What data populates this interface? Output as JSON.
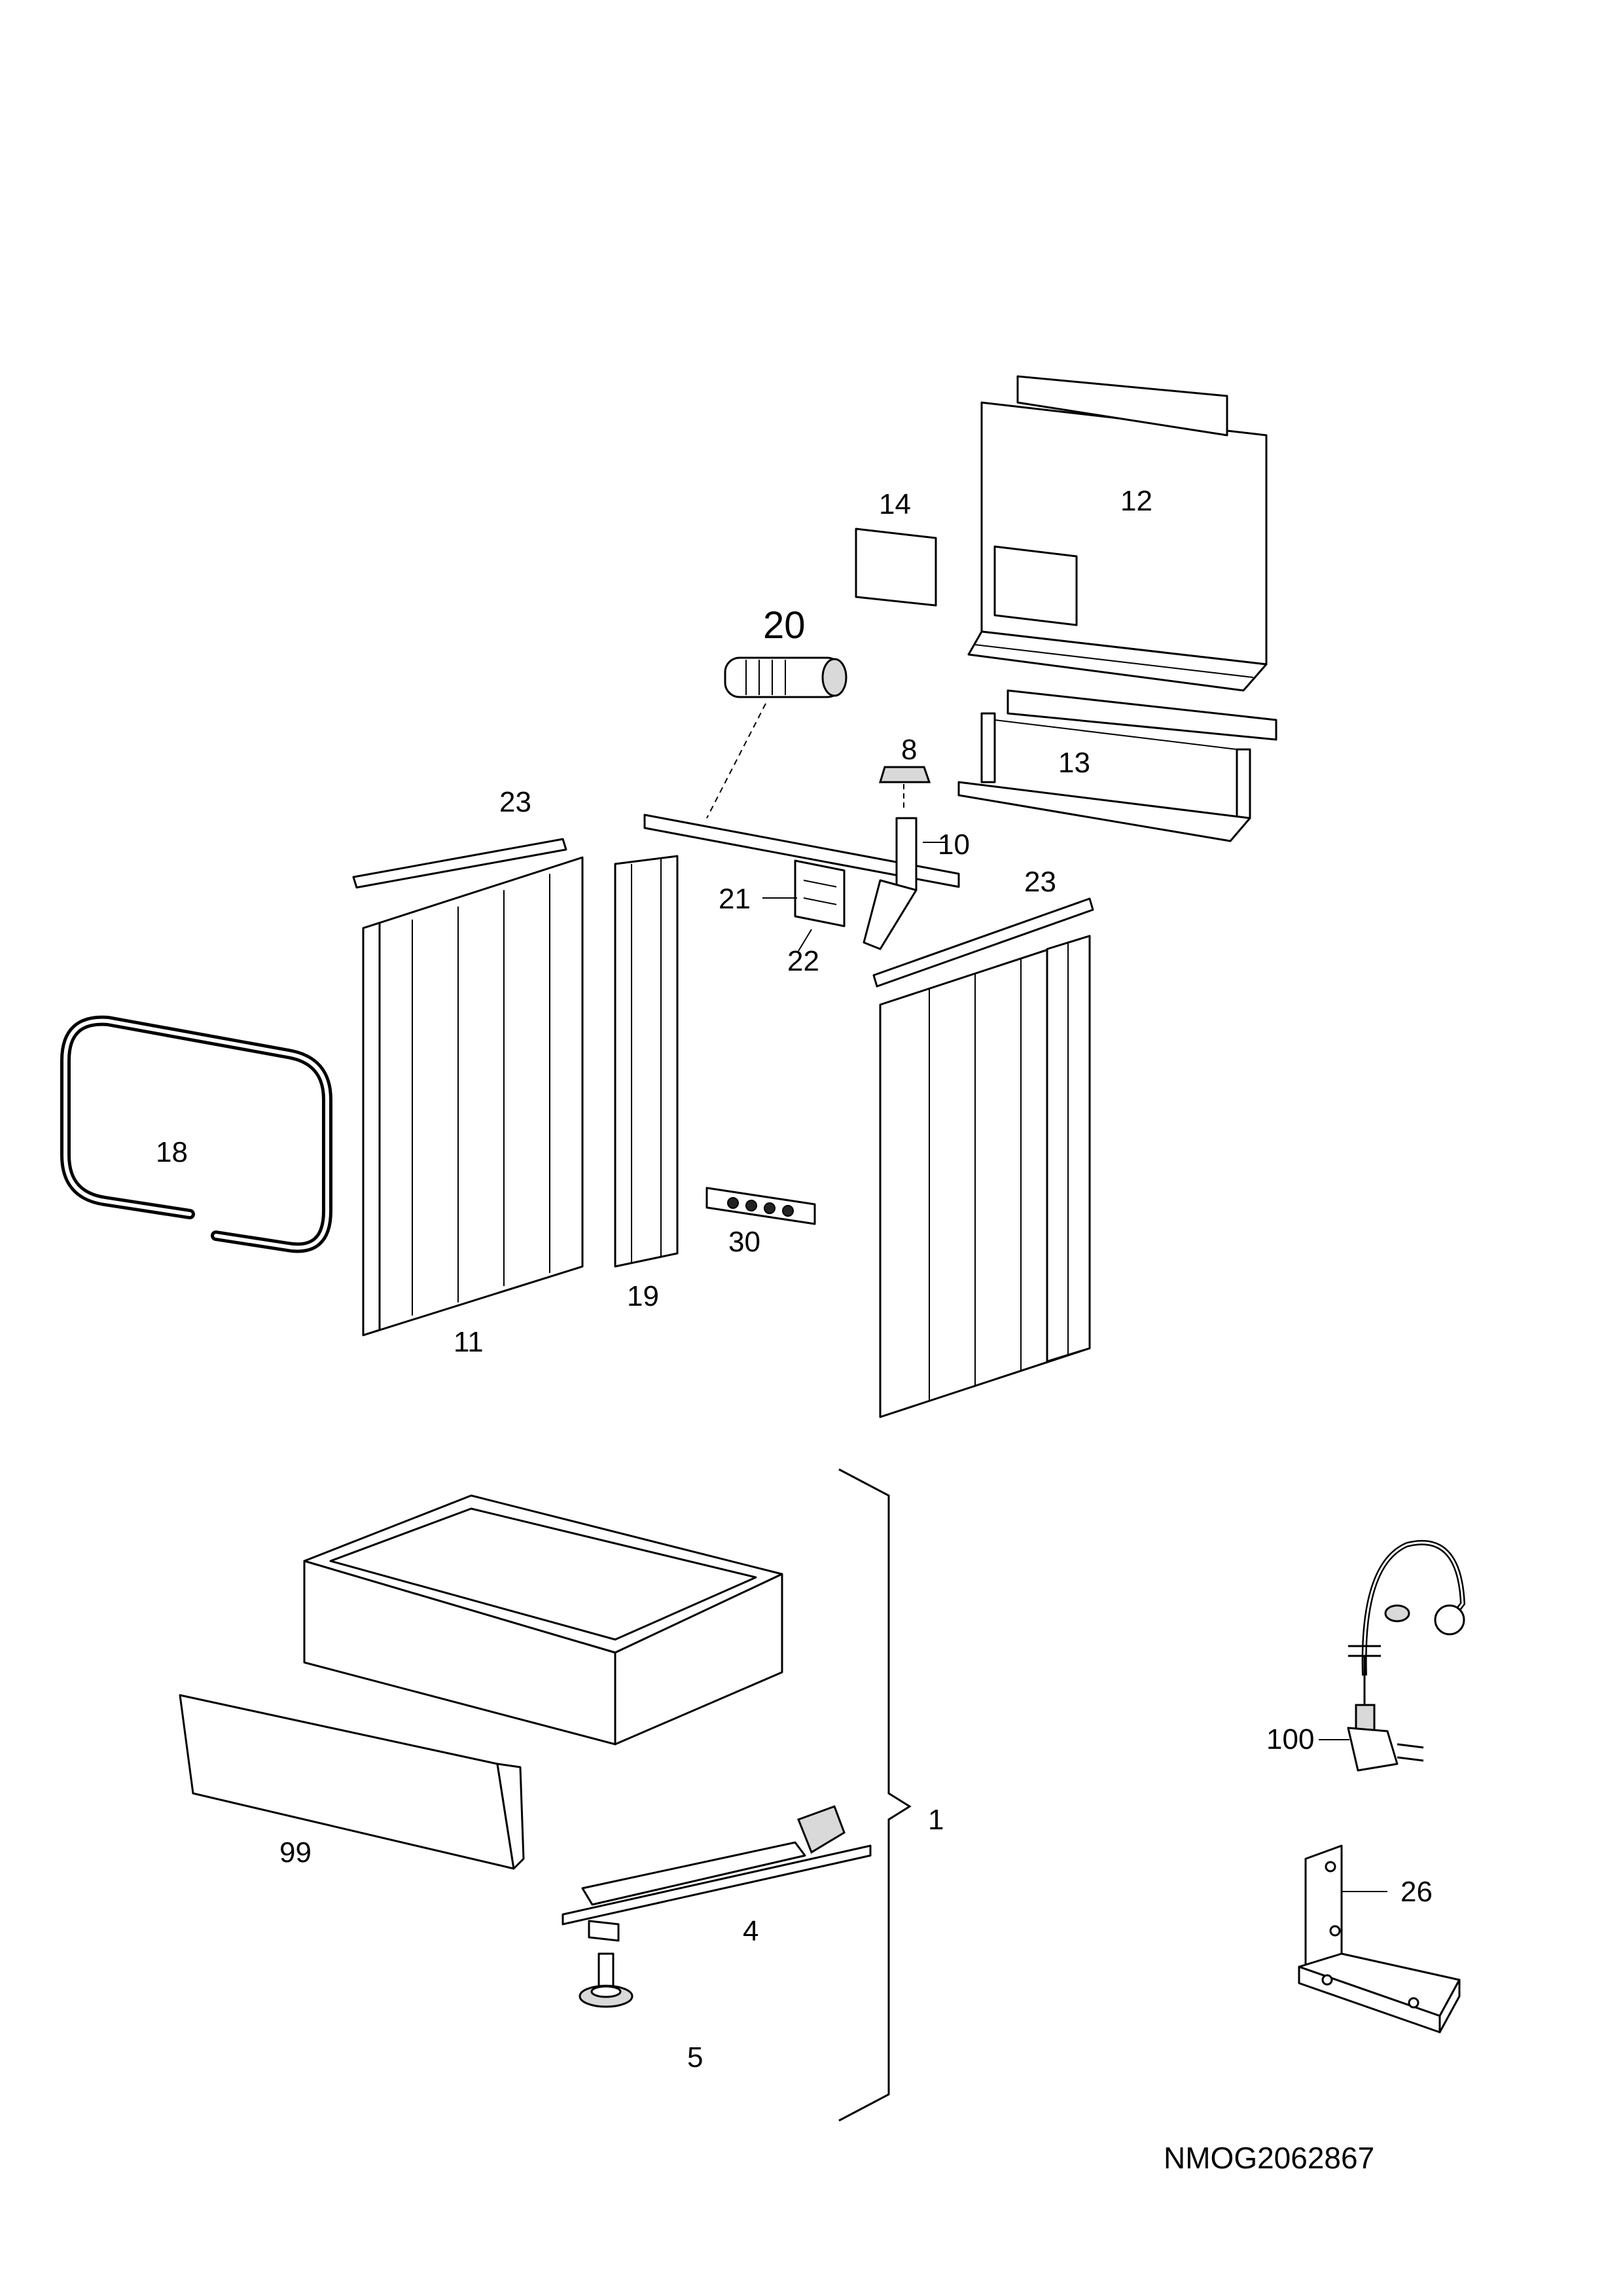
{
  "drawing_code": "NMOG2062867",
  "part_labels": {
    "p1": "1",
    "p4": "4",
    "p5": "5",
    "p8": "8",
    "p10": "10",
    "p11": "11",
    "p12": "12",
    "p13": "13",
    "p14": "14",
    "p18": "18",
    "p19": "19",
    "p20": "20",
    "p21": "21",
    "p22": "22",
    "p23a": "23",
    "p23b": "23",
    "p26": "26",
    "p30": "30",
    "p99": "99",
    "p100": "100"
  }
}
